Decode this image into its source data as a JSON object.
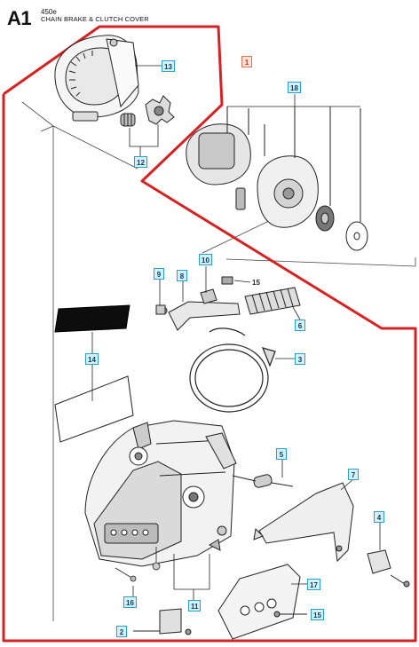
{
  "header": {
    "section": "A1",
    "model": "450e",
    "title": "CHAIN BRAKE & CLUTCH COVER"
  },
  "callouts": {
    "c1": "1",
    "c2": "2",
    "c3": "3",
    "c4": "4",
    "c5": "5",
    "c6": "6",
    "c7": "7",
    "c8": "8",
    "c9": "9",
    "c10": "10",
    "c11": "11",
    "c12": "12",
    "c13": "13",
    "c14": "14",
    "c15a": "15",
    "c15b": "15",
    "c16": "16",
    "c17": "17",
    "c18": "18"
  },
  "colors": {
    "callout_fill": "#d4f0fb",
    "callout_border": "#2a9fc9",
    "assembly_callout": "#e8704f",
    "assembly_outline": "#d62222",
    "line": "#333333"
  }
}
